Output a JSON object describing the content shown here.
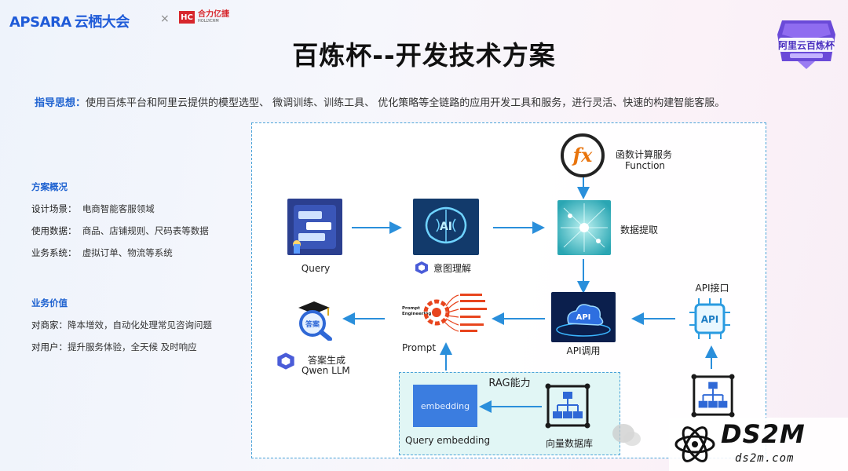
{
  "header": {
    "logo_apsara": "APSARA",
    "logo_apsara_cn": "云栖大会",
    "logo_sep": "×",
    "logo_holly_mark": "HC",
    "logo_holly_cn": "合力亿捷",
    "logo_holly_en": "HOLLYCRM",
    "badge_text": "阿里云百炼杯"
  },
  "title": "百炼杯--开发技术方案",
  "guide": {
    "label": "指导思想：",
    "text": "使用百炼平台和阿里云提供的模型选型、 微调训练、训练工具、 优化策略等全链路的应用开发工具和服务，进行灵活、快速的构建智能客服。"
  },
  "overview": {
    "title": "方案概况",
    "rows": [
      {
        "k": "设计场景：",
        "v": "电商智能客服领域"
      },
      {
        "k": "使用数据：",
        "v": "商品、店铺规则、尺码表等数据"
      },
      {
        "k": "业务系统：",
        "v": "虚拟订单、物流等系统"
      }
    ]
  },
  "value": {
    "title": "业务价值",
    "rows": [
      {
        "k": "对商家：",
        "v": "降本增效，自动化处理常见咨询问题"
      },
      {
        "k": "对用户：",
        "v": "提升服务体验，全天候 及时响应"
      }
    ]
  },
  "diagram": {
    "query": "Query",
    "intent": "意图理解",
    "function_service": "函数计算服务",
    "function_en": "Function",
    "fx": "fx",
    "data_extract": "数据提取",
    "api_interface": "API接口",
    "api_icon": "API",
    "api_call": "API调用",
    "prompt": "Prompt",
    "prompt_lines": [
      "Prompt",
      "Engineering"
    ],
    "answer": "答案生成",
    "answer_model": "Qwen LLM",
    "answer_icon": "答案",
    "ai_text": "AI",
    "rag": "RAG能力",
    "embedding": "embedding",
    "query_embedding": "Query embedding",
    "vector_db": "向量数据库"
  },
  "watermark": {
    "brand": "DS2M",
    "url": "ds2m.com"
  }
}
